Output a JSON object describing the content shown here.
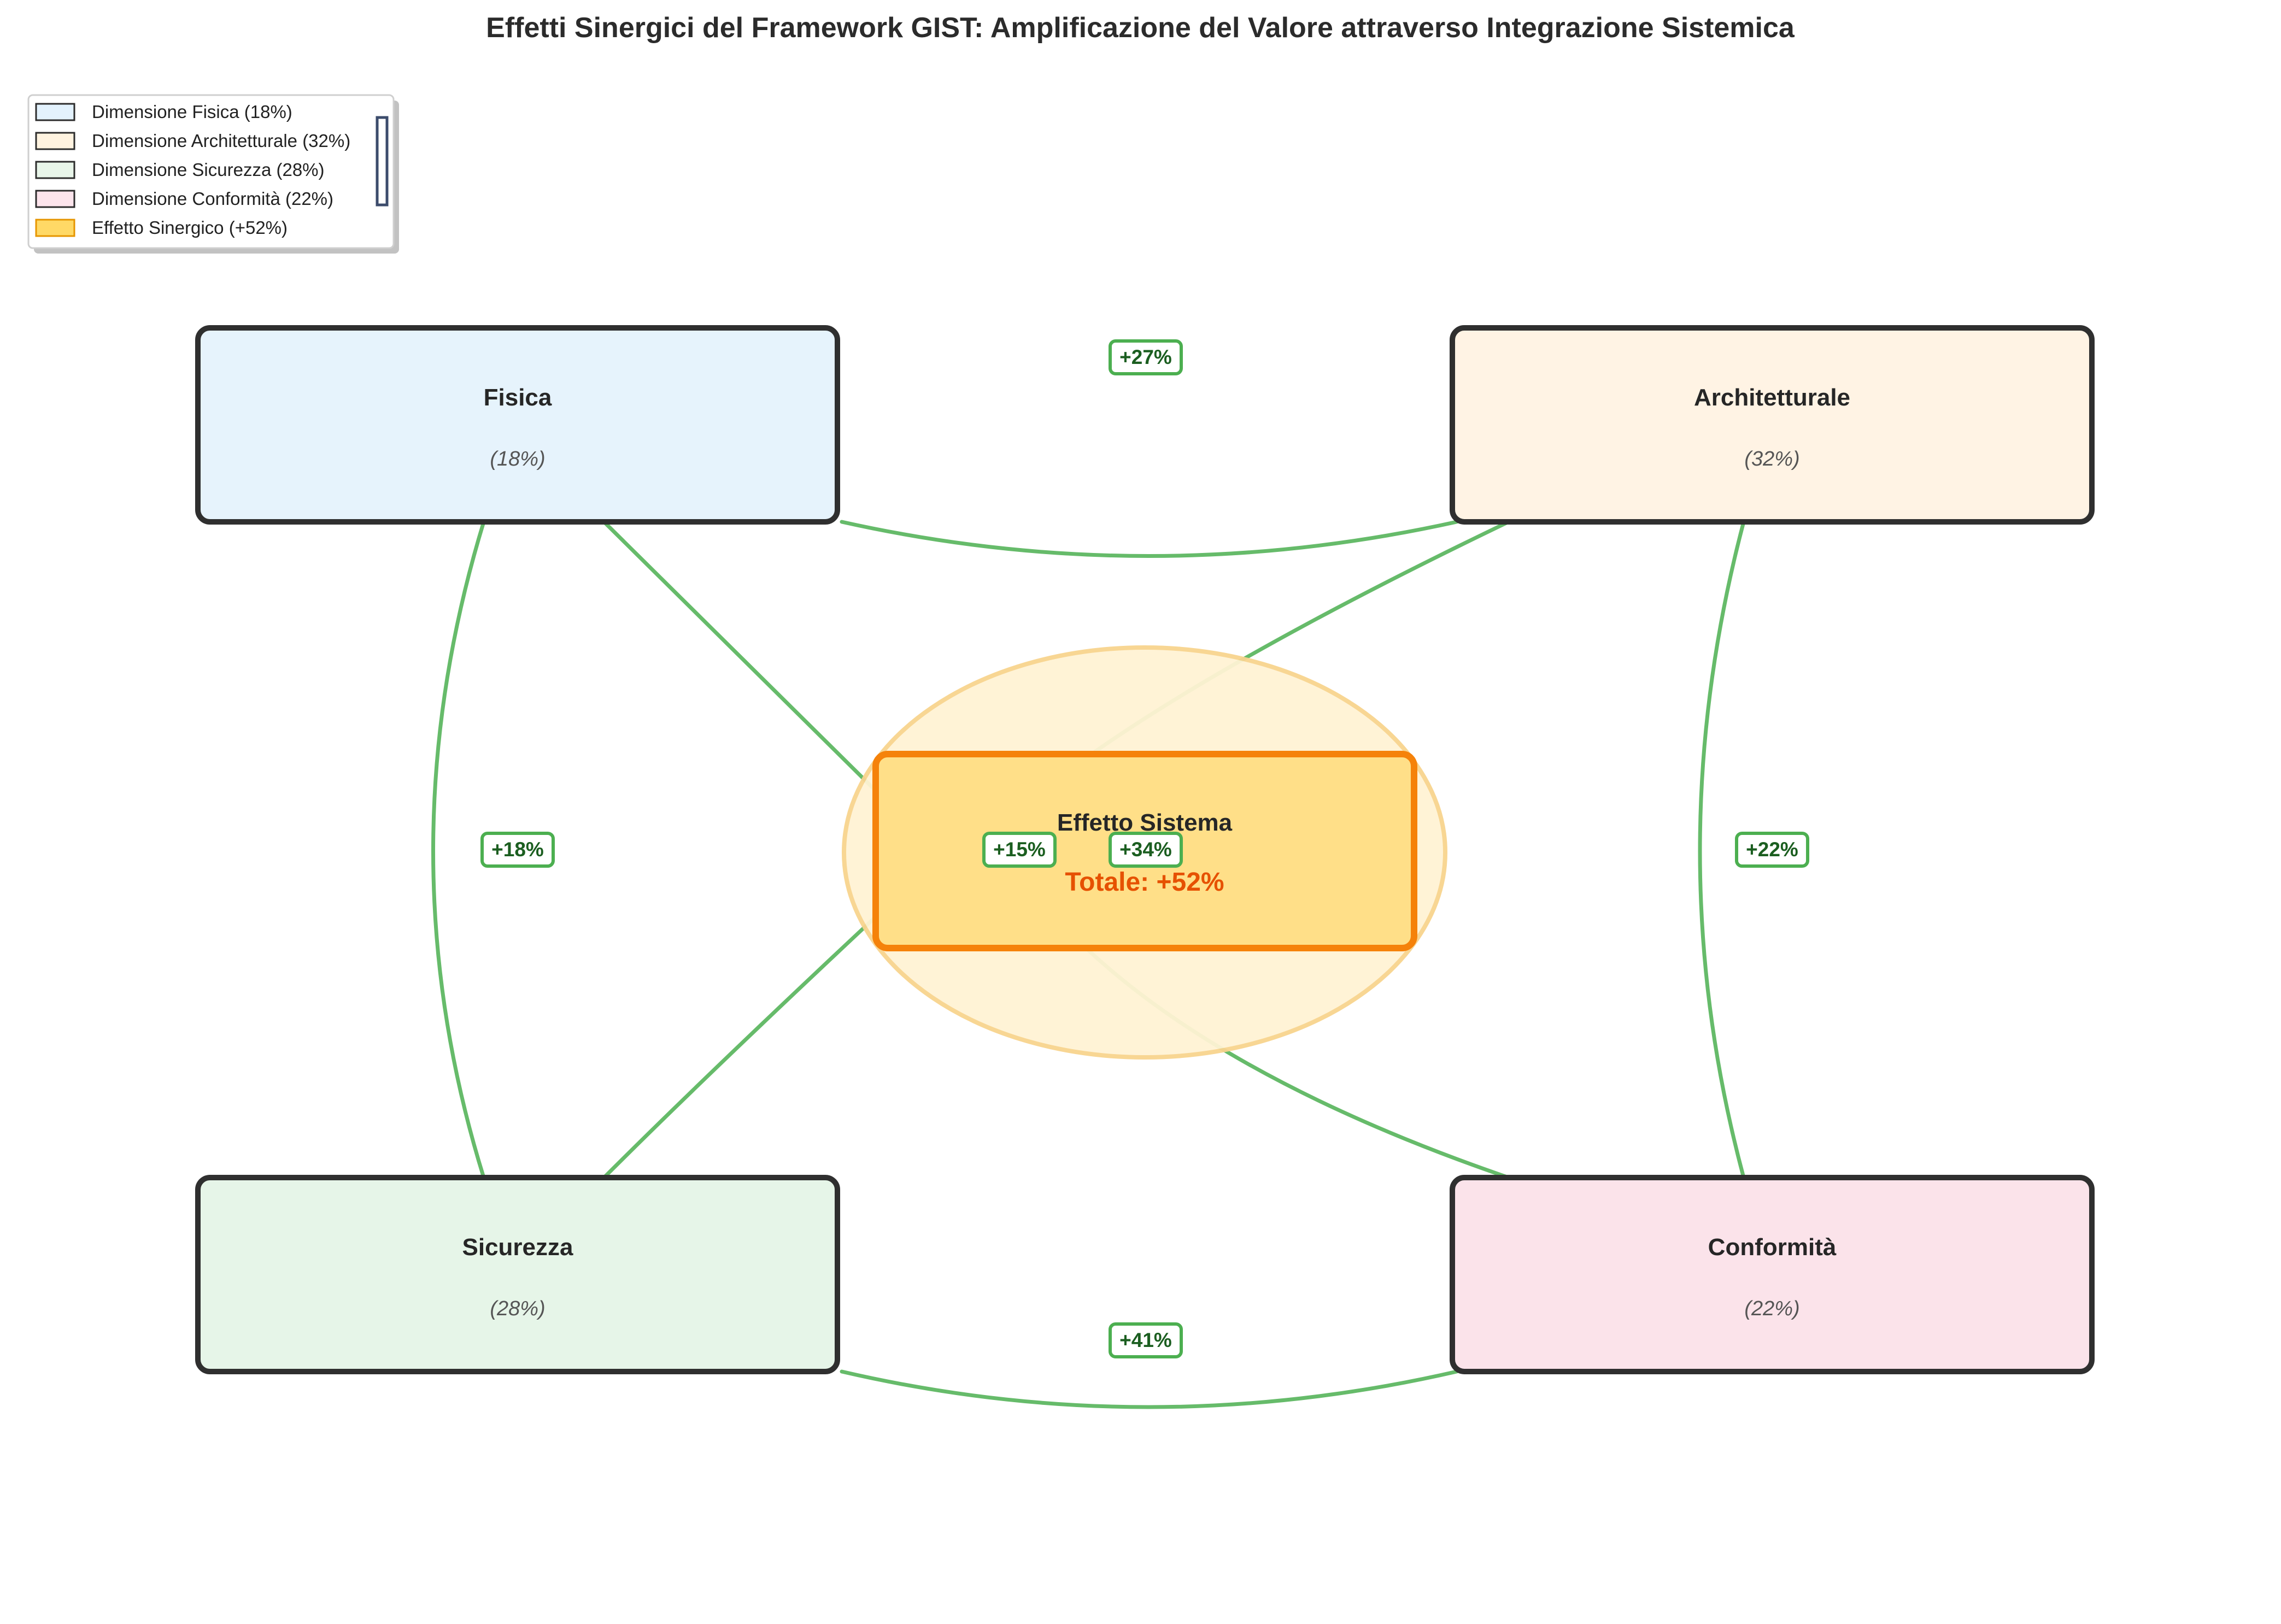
{
  "title": "Effetti Sinergici del Framework GIST: Amplificazione del Valore attraverso Integrazione Sistemica",
  "legend": [
    {
      "label": "Dimensione Fisica (18%)",
      "fill": "#E3F2FD",
      "stroke": "#2c2c2c"
    },
    {
      "label": "Dimensione Architetturale (32%)",
      "fill": "#FFF3E0",
      "stroke": "#2c2c2c"
    },
    {
      "label": "Dimensione Sicurezza (28%)",
      "fill": "#E8F5E9",
      "stroke": "#2c2c2c"
    },
    {
      "label": "Dimensione Conformità (22%)",
      "fill": "#FCE4EC",
      "stroke": "#2c2c2c"
    },
    {
      "label": "Effetto Sinergico (+52%)",
      "fill": "#FFD966",
      "stroke": "#E69500"
    }
  ],
  "nodes": {
    "fisica": {
      "name": "Fisica",
      "value": "(18%)",
      "fill": "#E6F3FC"
    },
    "architetturale": {
      "name": "Architetturale",
      "value": "(32%)",
      "fill": "#FFF3E4"
    },
    "sicurezza": {
      "name": "Sicurezza",
      "value": "(28%)",
      "fill": "#E6F5E8"
    },
    "conformita": {
      "name": "Conformità",
      "value": "(22%)",
      "fill": "#FBE3EA"
    }
  },
  "center": {
    "name": "Effetto Sistema",
    "total": "Totale: +52%",
    "fill": "#FFDF88",
    "stroke": "#F5820A",
    "halo_fill": "#FFF3D4",
    "halo_stroke": "#F8D48E",
    "total_color": "#E65100"
  },
  "synergies": [
    {
      "from": "fisica",
      "to": "architetturale",
      "label": "+27%"
    },
    {
      "from": "fisica",
      "to": "sicurezza",
      "label": "+18%"
    },
    {
      "from": "architetturale",
      "to": "conformita",
      "label": "+22%"
    },
    {
      "from": "sicurezza",
      "to": "conformita",
      "label": "+41%"
    },
    {
      "from": "fisica",
      "to": "conformita",
      "label": "+15%"
    },
    {
      "from": "architetturale",
      "to": "sicurezza",
      "label": "+34%"
    }
  ],
  "colors": {
    "link": "#66BB6A",
    "label_border": "#4CAF50",
    "label_text": "#1B5E20",
    "node_border": "#2f2f2f",
    "title": "#2b2b2b"
  }
}
